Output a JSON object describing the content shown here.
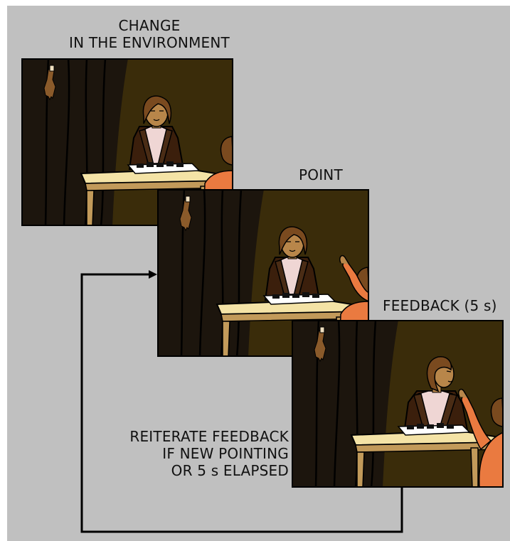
{
  "labels": {
    "change": [
      "CHANGE",
      "IN THE ENVIRONMENT"
    ],
    "point": "POINT",
    "feedback": "FEEDBACK (5 s)",
    "reiterate": [
      "REITERATE FEEDBACK",
      "IF NEW POINTING",
      "OR 5 s ELAPSED"
    ]
  },
  "colors": {
    "background": "#c0c0c0",
    "wall": "#3a2c0a",
    "curtain": "#1c150d",
    "table_top": "#f4e3a6",
    "table_legs": "#c29a5a",
    "vest": "#4a2c15",
    "shirt": "#efd6d4",
    "skin": "#b8864a",
    "hair": "#7a4a1f",
    "child_shirt": "#ea7a40"
  }
}
